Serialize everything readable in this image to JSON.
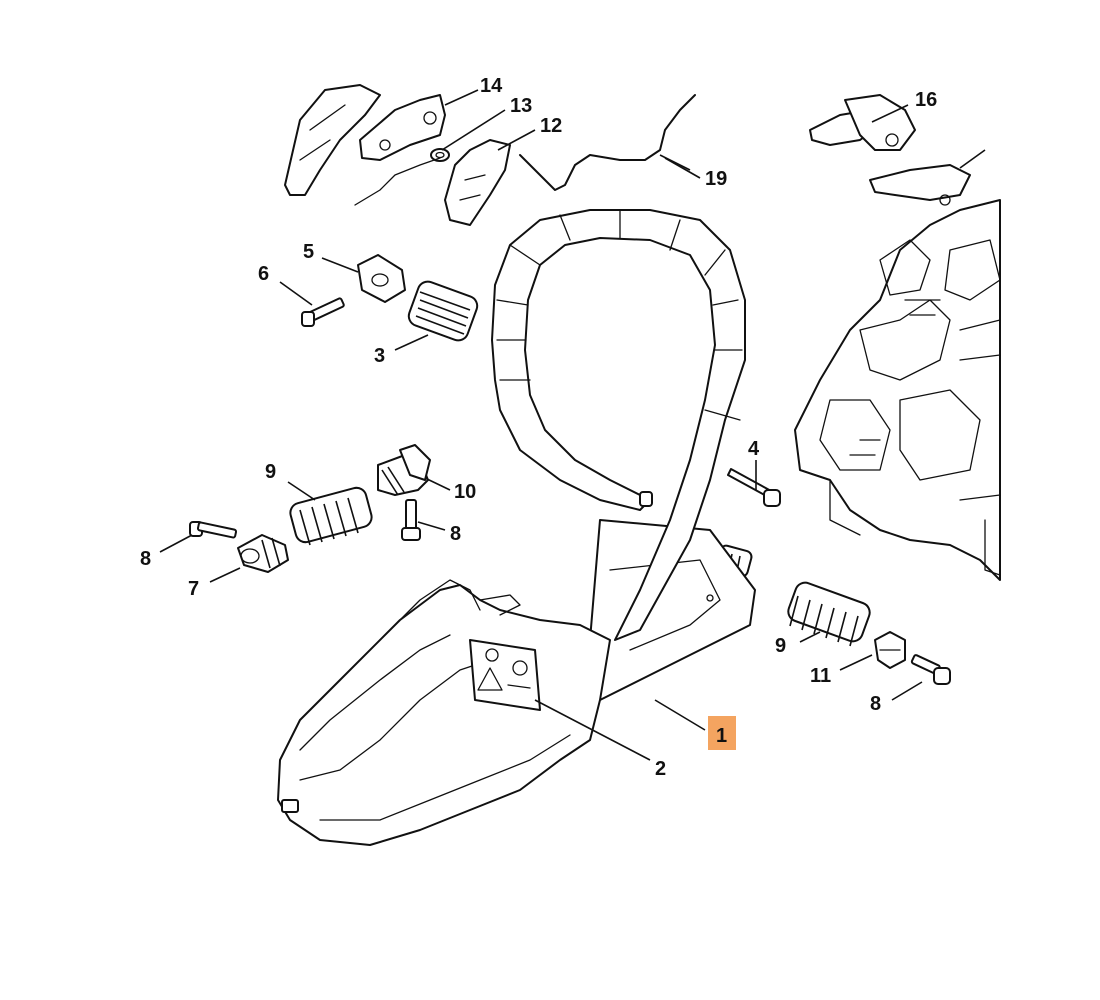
{
  "callouts": [
    {
      "id": "c14",
      "label": "14"
    },
    {
      "id": "c13",
      "label": "13"
    },
    {
      "id": "c12",
      "label": "12"
    },
    {
      "id": "c16",
      "label": "16"
    },
    {
      "id": "c19",
      "label": "19"
    },
    {
      "id": "c5",
      "label": "5"
    },
    {
      "id": "c6",
      "label": "6"
    },
    {
      "id": "c3",
      "label": "3"
    },
    {
      "id": "c4",
      "label": "4"
    },
    {
      "id": "c9a",
      "label": "9"
    },
    {
      "id": "c10",
      "label": "10"
    },
    {
      "id": "c8a",
      "label": "8"
    },
    {
      "id": "c8b",
      "label": "8"
    },
    {
      "id": "c7",
      "label": "7"
    },
    {
      "id": "c9b",
      "label": "9"
    },
    {
      "id": "c11",
      "label": "11"
    },
    {
      "id": "c8c",
      "label": "8"
    },
    {
      "id": "c1",
      "label": "1",
      "highlighted": true
    },
    {
      "id": "c2",
      "label": "2"
    }
  ],
  "highlight_color": "#f4a460"
}
